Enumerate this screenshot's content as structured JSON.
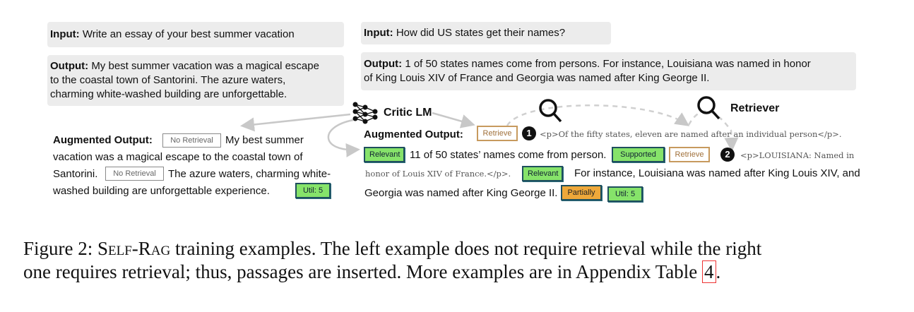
{
  "left": {
    "input_label": "Input:",
    "input_text": "Write an essay of your best summer vacation",
    "output_label": "Output:",
    "output_lines": [
      "My best summer vacation was a magical escape",
      "to the coastal town of Santorini. The azure waters,",
      "charming white-washed building are unforgettable."
    ],
    "aug_label": "Augmented Output:",
    "aug_line1": "My best summer",
    "aug_line2": "vacation was a magical escape to the coastal town of",
    "aug_line3a": "Santorini.",
    "aug_line3b": "The azure waters, charming white-",
    "aug_line4": "washed building are unforgettable experience.",
    "tag_no_retrieval": "No Retrieval",
    "tag_util": "Util: 5"
  },
  "critic": {
    "label": "Critic LM"
  },
  "retriever": {
    "label": "Retriever"
  },
  "right": {
    "input_label": "Input:",
    "input_text": "How did US states get their names?",
    "output_label": "Output:",
    "output_lines": [
      "1 of 50 states names come from persons. For instance, Louisiana was named in honor",
      "of King Louis XIV of France and Georgia was named after King George II."
    ],
    "aug_label": "Augmented Output:",
    "tag_retrieve": "Retrieve",
    "num1": "1",
    "num2": "2",
    "passage1": "<p>Of the fifty states, eleven are named after an individual person</p>.",
    "tag_relevant": "Relevant",
    "seg1": "11 of 50 states’ names come from person.",
    "tag_supported": "Supported",
    "passage2a": "<p>LOUISIANA: Named in",
    "passage2b": "honor of Louis XIV of France.</p>.",
    "seg2": "For instance, Louisiana was named after King Louis XIV, and",
    "seg3": "Georgia was named after King George II.",
    "tag_partially": "Partially",
    "tag_util": "Util: 5"
  },
  "caption": {
    "prefix": "Figure 2: ",
    "name": "Self-Rag",
    "line1_rest": " training examples. The left example does not require retrieval while the right",
    "line2_a": "one requires retrieval; thus, passages are inserted. More examples are in Appendix Table ",
    "ref": "4",
    "line2_b": "."
  },
  "colors": {
    "green_tag": "#86e36a",
    "orange_tag": "#eea83a",
    "retrieve_border": "#c79a5e",
    "box_bg": "#ececec"
  }
}
